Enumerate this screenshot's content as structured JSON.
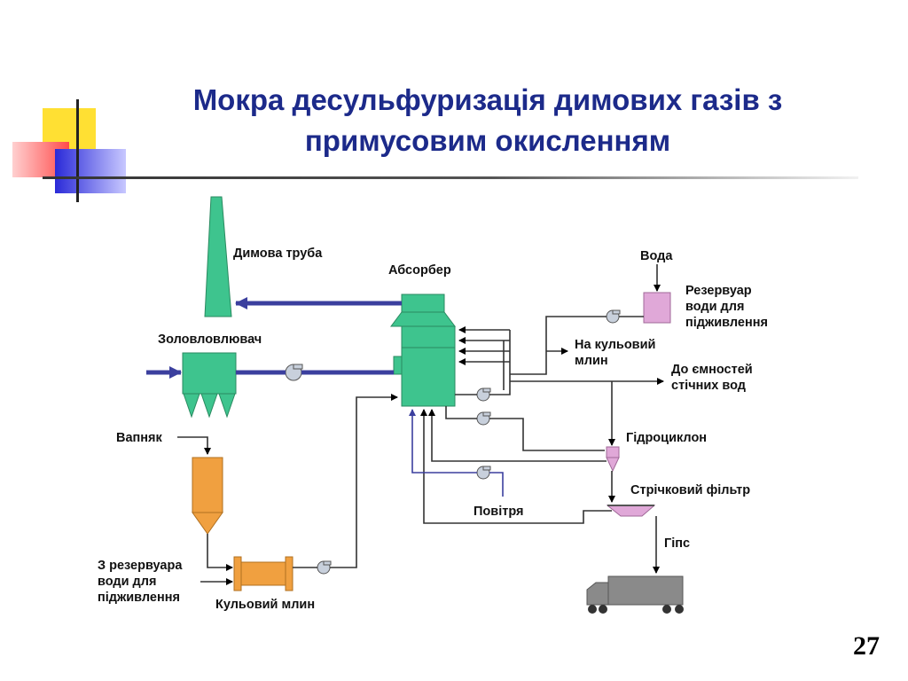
{
  "title_line1": "Мокра десульфуризація димових газів з",
  "title_line2": "примусовим окисленням",
  "page_number": "27",
  "colors": {
    "title": "#1c2a8a",
    "equipment_green": "#3ec48e",
    "limestone_orange": "#f0a040",
    "pink": "#e0a8d8",
    "truck_gray": "#8a8a8a",
    "gas_flow_blue": "#3b3f9e"
  },
  "labels": {
    "chimney": "Димова труба",
    "absorber": "Абсорбер",
    "water": "Вода",
    "feed_tank_1": "Резервуар",
    "feed_tank_2": "води для",
    "feed_tank_3": "підживлення",
    "ash_collector": "Золовловлювач",
    "to_ball_mill_1": "На кульовий",
    "to_ball_mill_2": "млин",
    "wastewater_1": "До ємностей",
    "wastewater_2": "стічних вод",
    "limestone": "Вапняк",
    "hydrocyclone": "Гідроциклон",
    "belt_filter": "Стрічковий фільтр",
    "air": "Повітря",
    "gypsum": "Гіпс",
    "from_tank_1": "З резервуара",
    "from_tank_2": "води для",
    "from_tank_3": "підживлення",
    "ball_mill": "Кульовий млин"
  }
}
